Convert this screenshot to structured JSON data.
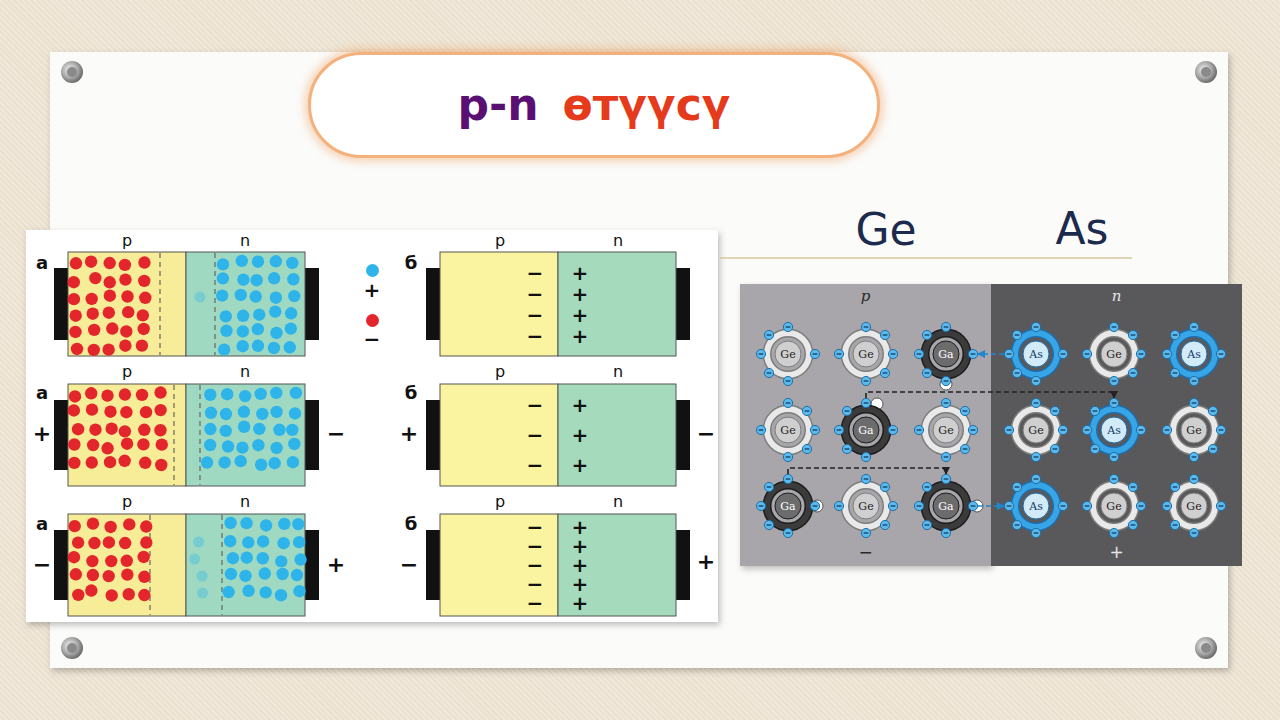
{
  "diagram": {
    "nodes": [
      {
        "text": [
          "p-n",
          "өтүүсү"
        ]
      },
      {
        "text": [
          "p",
          "−"
        ]
      },
      {
        "text": [
          "Ge"
        ],
        "in": 1
      },
      {
        "text": [
          "Ge"
        ],
        "in": 1
      },
      {
        "text": [
          "Ga"
        ],
        "in": 1
      },
      {
        "text": [
          "Ge"
        ],
        "in": 1
      },
      {
        "text": [
          "Ga"
        ],
        "in": 1
      },
      {
        "text": [
          "Ge"
        ],
        "in": 1
      },
      {
        "text": [
          "Ga"
        ],
        "in": 1
      },
      {
        "text": [
          "Ge"
        ],
        "in": 1
      },
      {
        "text": [
          "Ga"
        ],
        "in": 1
      },
      {
        "text": [
          "n",
          "+"
        ]
      },
      {
        "text": [
          "As"
        ],
        "in": 11
      },
      {
        "text": [
          "Ge"
        ],
        "in": 11
      },
      {
        "text": [
          "As"
        ],
        "in": 11
      },
      {
        "text": [
          "Ge"
        ],
        "in": 11
      },
      {
        "text": [
          "As"
        ],
        "in": 11
      },
      {
        "text": [
          "Ge"
        ],
        "in": 11
      },
      {
        "text": [
          "As"
        ],
        "in": 11
      },
      {
        "text": [
          "Ge"
        ],
        "in": 11
      },
      {
        "text": [
          "Ge"
        ],
        "in": 11
      }
    ],
    "edges": [
      {
        "from": 12,
        "to": 4,
        "arrow": "to"
      },
      {
        "from": 6,
        "to": 16,
        "arrow": "to"
      },
      {
        "from": 8,
        "to": 10,
        "arrow": "to"
      },
      {
        "from": 10,
        "to": 18,
        "arrow": "to"
      }
    ],
    "labels": [
      "p",
      "n",
      "а",
      "б",
      "p",
      "n",
      "− − − −",
      "+ + + +",
      "p",
      "n",
      "а",
      "+",
      "−",
      "б",
      "p",
      "n",
      "+",
      "−",
      "− − −",
      "+ + +",
      "p",
      "n",
      "а",
      "−",
      "+",
      "б",
      "p",
      "n",
      "−",
      "+",
      "− − − − −",
      "+ + + + +",
      "Ge",
      "As"
    ],
    "legend": [
      {
        "text": "+",
        "color": "#2fb4ea"
      },
      {
        "text": "−",
        "color": "#e3262b"
      }
    ]
  }
}
